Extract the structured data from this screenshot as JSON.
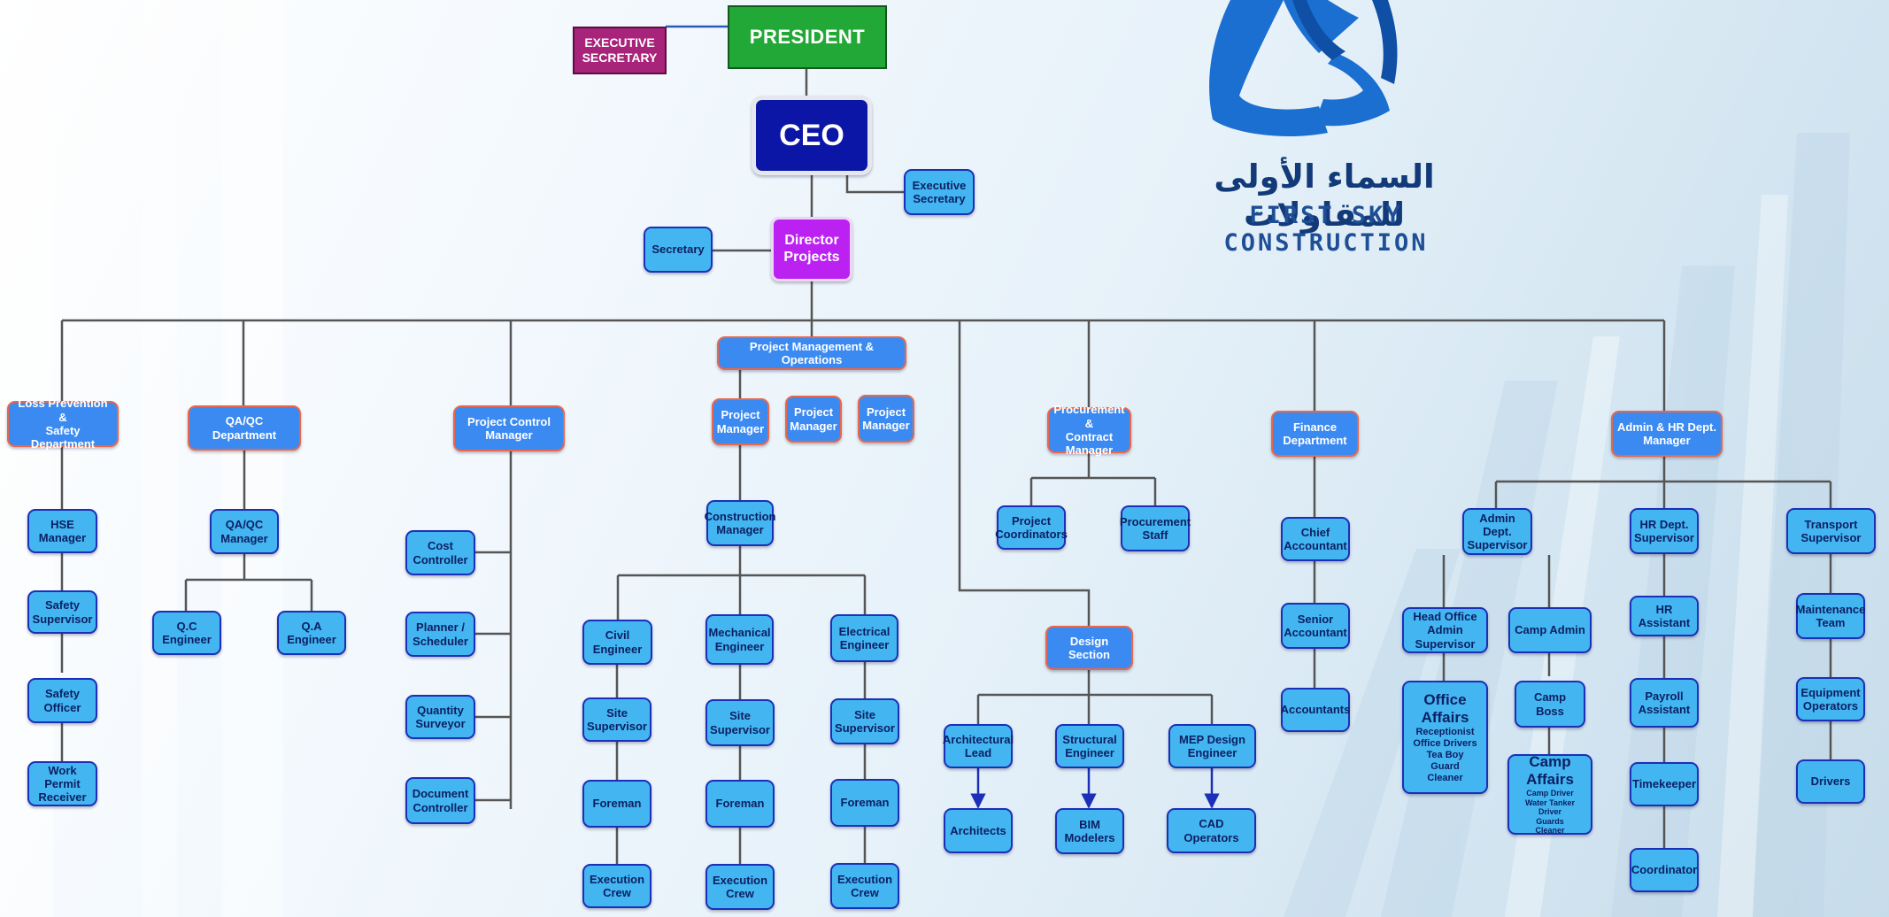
{
  "company": {
    "name_ar": "السماء الأولى للمقاولات",
    "name_en": "FIRST SKY CONSTRUCTION",
    "logo_icon": "stylized-wings-logo"
  },
  "colors": {
    "president": "#22a836",
    "executive_secretary": "#a8237a",
    "ceo": "#0c16a6",
    "director": "#bb22f2",
    "department": "#3b8af2",
    "position": "#43b6f1",
    "connector": "#555555"
  },
  "top": {
    "president": "PRESIDENT",
    "executive_secretary_top": [
      "EXECUTIVE",
      "SECRETARY"
    ],
    "ceo": "CEO",
    "executive_secretary": [
      "Executive",
      "Secretary"
    ],
    "director": [
      "Director",
      "Projects"
    ],
    "secretary": "Secretary"
  },
  "departments": {
    "loss_prevention": {
      "title": [
        "Loss Prevention &",
        "Safety Department"
      ],
      "hse_manager": "HSE Manager",
      "safety_supervisor": [
        "Safety",
        "Supervisor"
      ],
      "safety_officer": "Safety Officer",
      "work_permit_receiver": [
        "Work Permit",
        "Receiver"
      ]
    },
    "qaqc": {
      "title": "QA/QC Department",
      "qaqc_manager": [
        "QA/QC",
        "Manager"
      ],
      "qc_engineer": "Q.C Engineer",
      "qa_engineer": "Q.A Engineer"
    },
    "project_control": {
      "title": [
        "Project Control",
        "Manager"
      ],
      "cost_controller": [
        "Cost",
        "Controller"
      ],
      "planner": [
        "Planner /",
        "Scheduler"
      ],
      "quantity_surveyor": [
        "Quantity",
        "Surveyor"
      ],
      "document_controller": [
        "Document",
        "Controller"
      ]
    },
    "pmo": {
      "title": "Project Management & Operations",
      "project_manager_1": [
        "Project",
        "Manager"
      ],
      "project_manager_2": [
        "Project",
        "Manager"
      ],
      "project_manager_3": [
        "Project",
        "Manager"
      ],
      "construction_manager": [
        "Construction",
        "Manager"
      ],
      "civil_engineer": "Civil Engineer",
      "mechanical_engineer": [
        "Mechanical",
        "Engineer"
      ],
      "electrical_engineer": [
        "Electrical",
        "Engineer"
      ],
      "site_supervisor_civil": [
        "Site",
        "Supervisor"
      ],
      "site_supervisor_mech": [
        "Site",
        "Supervisor"
      ],
      "site_supervisor_elec": [
        "Site",
        "Supervisor"
      ],
      "foreman_civil": "Foreman",
      "foreman_mech": "Foreman",
      "foreman_elec": "Foreman",
      "execution_crew_civil": [
        "Execution",
        "Crew"
      ],
      "execution_crew_mech": [
        "Execution",
        "Crew"
      ],
      "execution_crew_elec": [
        "Execution",
        "Crew"
      ]
    },
    "procurement": {
      "title": [
        "Procurement &",
        "Contract Manager"
      ],
      "project_coordinators": [
        "Project",
        "Coordinators"
      ],
      "procurement_staff": [
        "Procurement",
        "Staff"
      ]
    },
    "design": {
      "title": "Design Section",
      "architectural_lead": [
        "Architectural",
        "Lead"
      ],
      "structural_engineer": [
        "Structural",
        "Engineer"
      ],
      "mep_design_engineer": [
        "MEP Design",
        "Engineer"
      ],
      "architects": "Architects",
      "bim_modelers": "BIM Modelers",
      "cad_operators": "CAD Operators"
    },
    "finance": {
      "title": [
        "Finance",
        "Department"
      ],
      "chief_accountant": [
        "Chief",
        "Accountant"
      ],
      "senior_accountant": [
        "Senior",
        "Accountant"
      ],
      "accountants": "Accountants"
    },
    "admin_hr": {
      "title": [
        "Admin & HR Dept.",
        "Manager"
      ],
      "admin_dept_supervisor": [
        "Admin Dept.",
        "Supervisor"
      ],
      "hr_dept_supervisor": [
        "HR Dept.",
        "Supervisor"
      ],
      "transport_supervisor": [
        "Transport",
        "Supervisor"
      ],
      "head_office_admin_supervisor": [
        "Head Office",
        "Admin Supervisor"
      ],
      "camp_admin": "Camp Admin",
      "office_affairs": {
        "title": "Office Affairs",
        "items": [
          "Receptionist",
          "Office Drivers",
          "Tea Boy",
          "Guard",
          "Cleaner"
        ]
      },
      "camp_boss": "Camp Boss",
      "camp_affairs": {
        "title": "Camp Affairs",
        "items": [
          "Camp Driver",
          "Water Tanker Driver",
          "Guards",
          "Cleaner"
        ]
      },
      "hr_assistant": "HR Assistant",
      "payroll_assistant": [
        "Payroll",
        "Assistant"
      ],
      "timekeeper": "Timekeeper",
      "coordinator": "Coordinator",
      "maintenance_team": [
        "Maintenance",
        "Team"
      ],
      "equipment_operators": [
        "Equipment",
        "Operators"
      ],
      "drivers": "Drivers"
    }
  }
}
